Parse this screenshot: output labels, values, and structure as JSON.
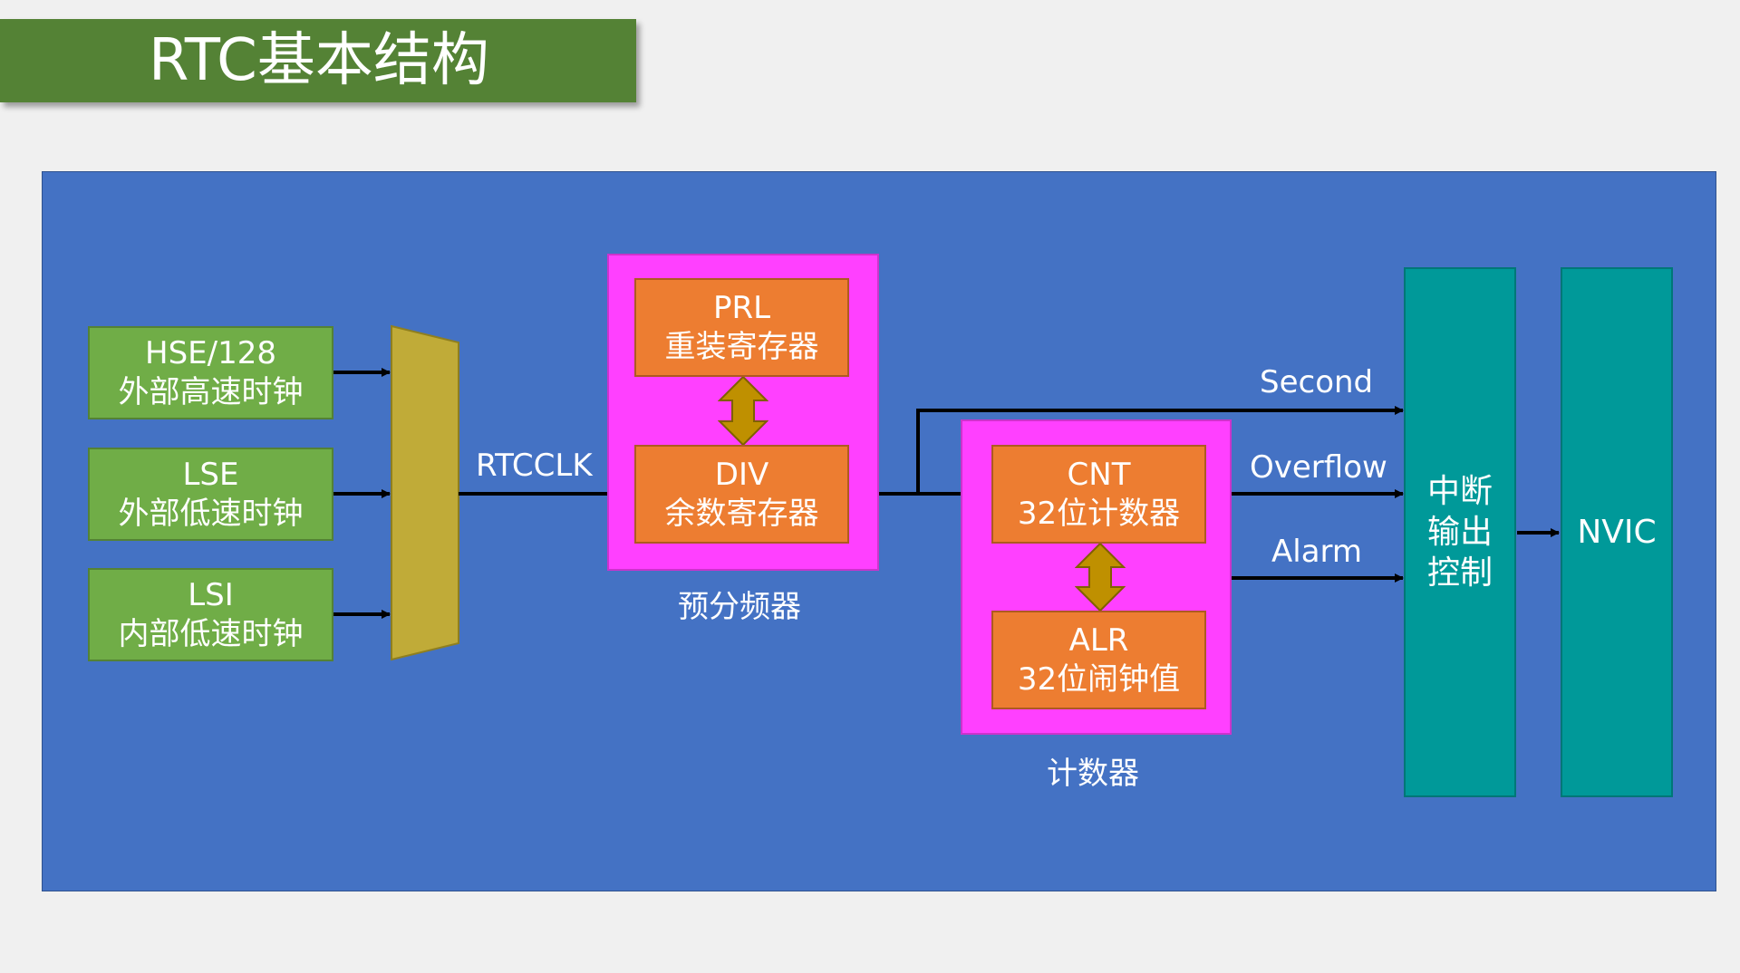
{
  "title": "RTC基本结构",
  "sources": [
    {
      "line1": "HSE/128",
      "line2": "外部高速时钟"
    },
    {
      "line1": "LSE",
      "line2": "外部低速时钟"
    },
    {
      "line1": "LSI",
      "line2": "内部低速时钟"
    }
  ],
  "rtcclk_label": "RTCCLK",
  "prescaler": {
    "caption": "预分频器",
    "prl": {
      "line1": "PRL",
      "line2": "重装寄存器"
    },
    "div": {
      "line1": "DIV",
      "line2": "余数寄存器"
    }
  },
  "counter": {
    "caption": "计数器",
    "cnt": {
      "line1": "CNT",
      "line2": "32位计数器"
    },
    "alr": {
      "line1": "ALR",
      "line2": "32位闹钟值"
    }
  },
  "signals": {
    "second": "Second",
    "overflow": "Overflow",
    "alarm": "Alarm"
  },
  "interrupt_ctrl": {
    "line1": "中断",
    "line2": "输出",
    "line3": "控制"
  },
  "nvic": "NVIC",
  "colors": {
    "title_bg": "#548235",
    "panel_bg": "#4472c4",
    "source_bg": "#70ad47",
    "mux_fill": "#c0ab38",
    "frame_bg": "#ff40ff",
    "register_bg": "#ed7d31",
    "double_arrow": "#bf9000",
    "teal_block": "#009999"
  }
}
